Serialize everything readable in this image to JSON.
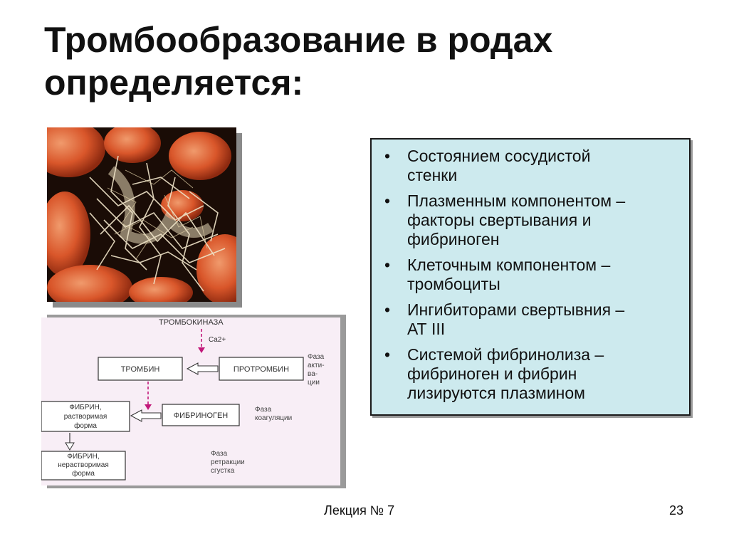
{
  "slide": {
    "title_line1": "Тромбообразование в родах",
    "title_line2": "определяется:",
    "footer": "Лекция № 7",
    "page_number": "23"
  },
  "bullets": [
    {
      "line1": "Состоянием сосудистой",
      "line2": "стенки"
    },
    {
      "line1": "Плазменным компонентом –",
      "line2": "факторы свертывания и",
      "line3": "фибриноген"
    },
    {
      "line1": "Клеточным компонентом –",
      "line2": "тромбоциты"
    },
    {
      "line1": "Ингибиторами свертывния –",
      "line2": "АТ III"
    },
    {
      "line1": "Системой фибринолиза –",
      "line2": "фибриноген и фибрин",
      "line3": "лизируются плазмином"
    }
  ],
  "bullet_glyph": "•",
  "diagram": {
    "thrombokinase": "ТРОМБОКИНАЗА",
    "ca": "Ca2+",
    "thrombin": "ТРОМБИН",
    "prothrombin": "ПРОТРОМБИН",
    "fibrinogen": "ФИБРИНОГЕН",
    "fibrin_soluble_1": "ФИБРИН,",
    "fibrin_soluble_2": "растворимая",
    "fibrin_soluble_3": "форма",
    "fibrin_insoluble_1": "ФИБРИН,",
    "fibrin_insoluble_2": "нерастворимая",
    "fibrin_insoluble_3": "форма",
    "phase_activation_1": "Фаза",
    "phase_activation_2": "акти-",
    "phase_activation_3": "ва-",
    "phase_activation_4": "ции",
    "phase_coag_1": "Фаза",
    "phase_coag_2": "коагуляции",
    "phase_retr_1": "Фаза",
    "phase_retr_2": "ретракции",
    "phase_retr_3": "сгустка"
  },
  "colors": {
    "bullet_box_bg": "#cdeaee",
    "diagram_bg": "#f8eef6",
    "arrow_magenta": "#c2187a"
  }
}
